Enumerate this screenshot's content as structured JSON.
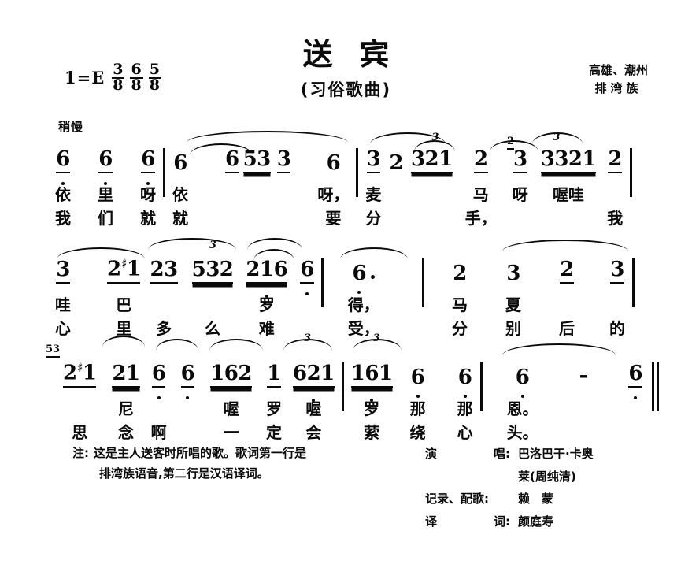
{
  "header": {
    "key_signature": "1=E",
    "meters": [
      {
        "num": "3",
        "den": "8"
      },
      {
        "num": "6",
        "den": "8"
      },
      {
        "num": "5",
        "den": "8"
      }
    ],
    "title": "送宾",
    "subtitle": "(习俗歌曲)",
    "attribution_line1": "高雄、潮州",
    "attribution_line2": "排湾族",
    "tempo": "稍慢"
  },
  "score": {
    "systems": [
      {
        "measures": [
          {
            "notes": [
              {
                "text": "6",
                "low_octave": true
              },
              {
                "text": "6",
                "low_octave": true
              },
              {
                "text": "6",
                "low_octave": true
              }
            ],
            "lyrics_row1": [
              "依",
              "里",
              "呀"
            ],
            "lyrics_row2": [
              "我",
              "们",
              "就"
            ]
          },
          {
            "notes": [
              {
                "text": "6",
                "low_octave": false
              },
              {
                "text": "6",
                "low_octave": false
              },
              {
                "text": "53",
                "low_octave": false
              },
              {
                "text": "3",
                "low_octave": false
              },
              {
                "text": "6",
                "low_octave": false
              }
            ],
            "lyrics_row1": [
              "依",
              "",
              "",
              "",
              "呀，"
            ],
            "lyrics_row2": [
              "就",
              "",
              "",
              "",
              "要"
            ]
          },
          {
            "notes": [
              {
                "text": "3",
                "low_octave": false
              },
              {
                "text": "2",
                "low_octave": false
              },
              {
                "text": "321",
                "low_octave": false,
                "triplet": "3"
              },
              {
                "text": "2",
                "low_octave": false
              },
              {
                "text": "3",
                "low_octave": false,
                "grace": "2"
              },
              {
                "text": "3321",
                "low_octave": false,
                "triplet": "3"
              },
              {
                "text": "2",
                "low_octave": false
              }
            ],
            "lyrics_row1": [
              "麦",
              "",
              "",
              "马",
              "呀",
              "喔哇",
              ""
            ],
            "lyrics_row2": [
              "分",
              "",
              "",
              "手，",
              "",
              "",
              "我"
            ]
          }
        ]
      },
      {
        "measures": [
          {
            "notes": [
              {
                "text": "3",
                "low_octave": false
              },
              {
                "text": "2",
                "sharp_next": "1",
                "low_octave": false
              },
              {
                "text": "23",
                "low_octave": false
              },
              {
                "text": "532",
                "low_octave": false,
                "triplet": "3"
              },
              {
                "text": "216",
                "low_octave": true
              },
              {
                "text": "6",
                "low_octave": true
              }
            ],
            "lyrics_row1": [
              "哇",
              "巴",
              "",
              "",
              "罗",
              ""
            ],
            "lyrics_row2": [
              "心",
              "里",
              "多",
              "么",
              "难",
              ""
            ]
          },
          {
            "notes": [
              {
                "text": "6",
                "low_octave": true,
                "aug_dot": true
              }
            ],
            "lyrics_row1": [
              "得，"
            ],
            "lyrics_row2": [
              "受，"
            ]
          },
          {
            "notes": [
              {
                "text": "2",
                "low_octave": false
              },
              {
                "text": "3",
                "low_octave": false
              },
              {
                "text": "2",
                "low_octave": false
              },
              {
                "text": "3",
                "low_octave": false
              }
            ],
            "lyrics_row1": [
              "马",
              "夏",
              "",
              ""
            ],
            "lyrics_row2": [
              "分",
              "别",
              "后",
              "的"
            ]
          }
        ]
      },
      {
        "measures": [
          {
            "notes": [
              {
                "text": "2",
                "sharp_next": "1",
                "low_octave": false,
                "grace": "53"
              },
              {
                "text": "21",
                "low_octave": false
              },
              {
                "text": "6",
                "low_octave": true
              },
              {
                "text": "6",
                "low_octave": true
              },
              {
                "text": "162",
                "low_octave": false
              },
              {
                "text": "1",
                "low_octave": false
              },
              {
                "text": "621",
                "low_octave": true,
                "triplet": "3"
              }
            ],
            "lyrics_row1": [
              "",
              "尼",
              "",
              "",
              "喔",
              "罗",
              "喔"
            ],
            "lyrics_row2": [
              "思",
              "念",
              "啊",
              "",
              "一",
              "定",
              "会"
            ]
          },
          {
            "notes": [
              {
                "text": "161",
                "low_octave": true,
                "triplet": "3"
              },
              {
                "text": "6",
                "low_octave": true
              },
              {
                "text": "6",
                "low_octave": true
              }
            ],
            "lyrics_row1": [
              "罗",
              "那",
              "那"
            ],
            "lyrics_row2": [
              "萦",
              "绕",
              "心"
            ]
          },
          {
            "notes": [
              {
                "text": "6",
                "low_octave": true
              },
              {
                "text": "-",
                "low_octave": false
              },
              {
                "text": "6",
                "low_octave": true
              }
            ],
            "lyrics_row1": [
              "恩。",
              "",
              ""
            ],
            "lyrics_row2": [
              "头。",
              "",
              ""
            ]
          }
        ]
      }
    ]
  },
  "footer": {
    "note_label": "注:",
    "note_line1": "这是主人送客时所唱的歌。歌词第一行是",
    "note_line2": "排湾族语音,第二行是汉语译词。",
    "credits": [
      {
        "key_a": "演",
        "key_b": "唱:",
        "value": "巴洛巴干·卡奥",
        "cont": "莱(周纯清)"
      },
      {
        "key_a": "记录、配歌:",
        "key_b": "",
        "value": "赖　蒙",
        "cont": ""
      },
      {
        "key_a": "译",
        "key_b": "词:",
        "value": "颜庭寿",
        "cont": ""
      }
    ]
  }
}
